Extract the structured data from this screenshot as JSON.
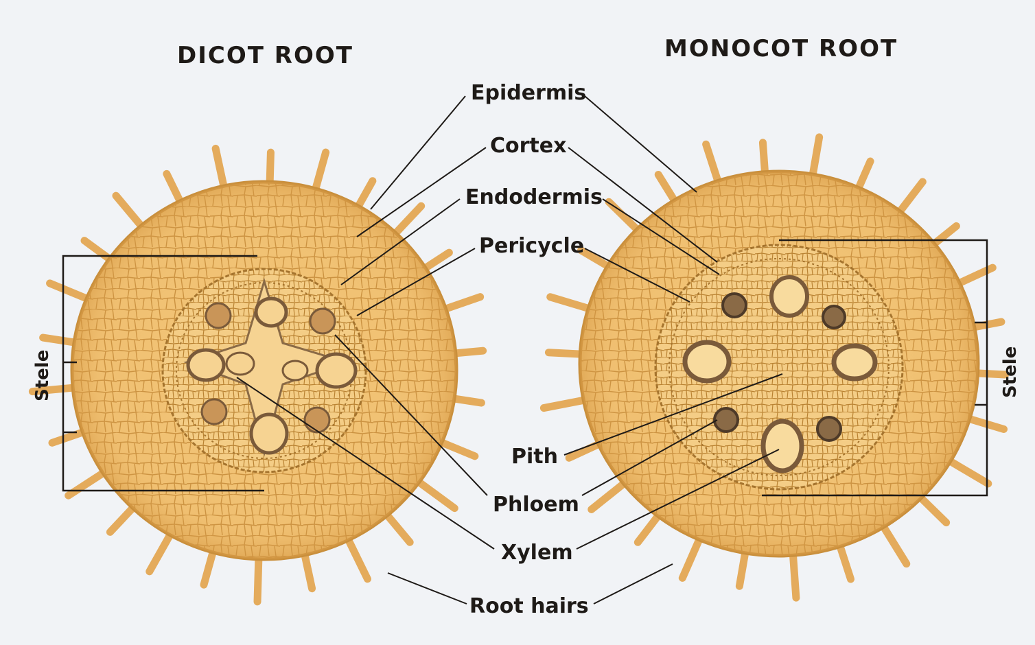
{
  "titles": {
    "dicot": "DICOT ROOT",
    "monocot": "MONOCOT ROOT"
  },
  "labels": {
    "epidermis": "Epidermis",
    "cortex": "Cortex",
    "endodermis": "Endodermis",
    "pericycle": "Pericycle",
    "pith": "Pith",
    "phloem": "Phloem",
    "xylem": "Xylem",
    "root_hairs": "Root hairs",
    "stele_left": "Stele",
    "stele_right": "Stele"
  },
  "colors": {
    "background": "#f1f3f6",
    "tissue_fill": "#f2c476",
    "tissue_edge": "#c98f3c",
    "cell_line": "#b98232",
    "vascular": "#8a6a46",
    "ink": "#1e1a17"
  }
}
